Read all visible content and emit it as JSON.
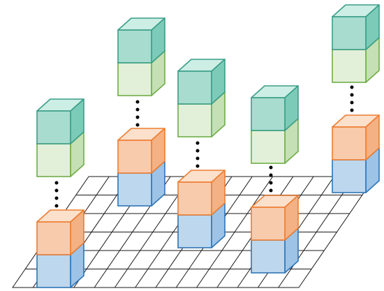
{
  "grid": {
    "rows": 6,
    "cols": 14,
    "line_color": "#1a1a1a",
    "fill_color": "#ffffff"
  },
  "palette": {
    "blue": {
      "front": "#bdd7ee",
      "side": "#9dc3e6",
      "top": "#d6e6f5",
      "stroke": "#2e75b6"
    },
    "orange": {
      "front": "#f8cbad",
      "side": "#f4b183",
      "top": "#fbe0cc",
      "stroke": "#ed7d31"
    },
    "green": {
      "front": "#e2f0d9",
      "side": "#c5e0b4",
      "top": "#eaf5e3",
      "stroke": "#70ad47"
    },
    "teal": {
      "front": "#a8dccf",
      "side": "#7ccbb8",
      "top": "#cdeee5",
      "stroke": "#3a9e88"
    }
  },
  "connector": {
    "style": "dotted",
    "color": "#000000"
  },
  "columns": [
    {
      "id": "col-1",
      "stack_bottom": [
        "blue",
        "orange"
      ],
      "stack_top": [
        "green",
        "teal"
      ]
    },
    {
      "id": "col-2",
      "stack_bottom": [
        "blue",
        "orange"
      ],
      "stack_top": [
        "green",
        "teal"
      ]
    },
    {
      "id": "col-3",
      "stack_bottom": [
        "blue",
        "orange"
      ],
      "stack_top": [
        "green",
        "teal"
      ]
    },
    {
      "id": "col-4",
      "stack_bottom": [
        "blue",
        "orange"
      ],
      "stack_top": [
        "green",
        "teal"
      ]
    },
    {
      "id": "col-5",
      "stack_bottom": [
        "blue",
        "orange"
      ],
      "stack_top": [
        "green",
        "teal"
      ]
    }
  ]
}
